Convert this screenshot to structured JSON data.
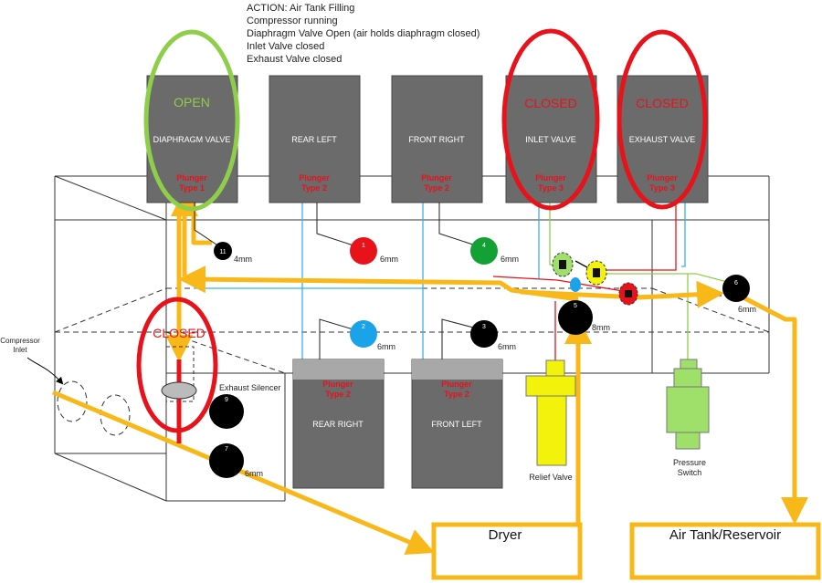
{
  "action_notes": [
    "ACTION: Air Tank Filling",
    "Compressor running",
    "Diaphragm Valve Open (air holds diaphragm closed)",
    "Inlet Valve closed",
    "Exhaust Valve closed"
  ],
  "solenoids": {
    "diaphragm": {
      "name": "DIAPHRAGM VALVE",
      "plunger": "Plunger",
      "type": "Type 1",
      "state": "OPEN"
    },
    "rear_left": {
      "name": "REAR LEFT",
      "plunger": "Plunger",
      "type": "Type 2"
    },
    "front_right": {
      "name": "FRONT RIGHT",
      "plunger": "Plunger",
      "type": "Type 2"
    },
    "inlet": {
      "name": "INLET VALVE",
      "plunger": "Plunger",
      "type": "Type 3",
      "state": "CLOSED"
    },
    "exhaust": {
      "name": "EXHAUST VALVE",
      "plunger": "Plunger",
      "type": "Type 3",
      "state": "CLOSED"
    },
    "rear_right": {
      "name": "REAR RIGHT",
      "plunger": "Plunger",
      "type": "Type 2"
    },
    "front_left": {
      "name": "FRONT LEFT",
      "plunger": "Plunger",
      "type": "Type 2"
    }
  },
  "ports": {
    "p1": {
      "num": "1",
      "size": "6mm"
    },
    "p2": {
      "num": "2",
      "size": "6mm"
    },
    "p3": {
      "num": "3",
      "size": "6mm"
    },
    "p4": {
      "num": "4",
      "size": "6mm"
    },
    "p5": {
      "num": "5",
      "size": "8mm"
    },
    "p6": {
      "num": "6",
      "size": "6mm"
    },
    "p7": {
      "num": "7",
      "size": "6mm"
    },
    "p9": {
      "num": "9"
    },
    "p11": {
      "num": "11",
      "size": "4mm"
    }
  },
  "labels": {
    "exhaust_silencer": "Exhaust Silencer",
    "compressor_inlet_1": "Compressor",
    "compressor_inlet_2": "Inlet",
    "closed_marker": "CLOSED",
    "relief_valve": "Relief Valve",
    "pressure_switch_1": "Pressure",
    "pressure_switch_2": "Switch",
    "dryer": "Dryer",
    "air_tank": "Air Tank/Reservoir"
  },
  "colors": {
    "solenoid_body": "#6b6b6b",
    "solenoid_light": "#a8a8a8",
    "open_ring": "#8fce4a",
    "closed_ring": "#e8121b",
    "airflow": "#f9b81a",
    "port1": "#e8121b",
    "port2": "#1aa3e8",
    "port4": "#13a035",
    "relief_valve": "#f2f20a",
    "pressure_switch": "#9fe06a",
    "blue_pipe": "#3bb0e8",
    "plunger_text": "#e8121b"
  }
}
